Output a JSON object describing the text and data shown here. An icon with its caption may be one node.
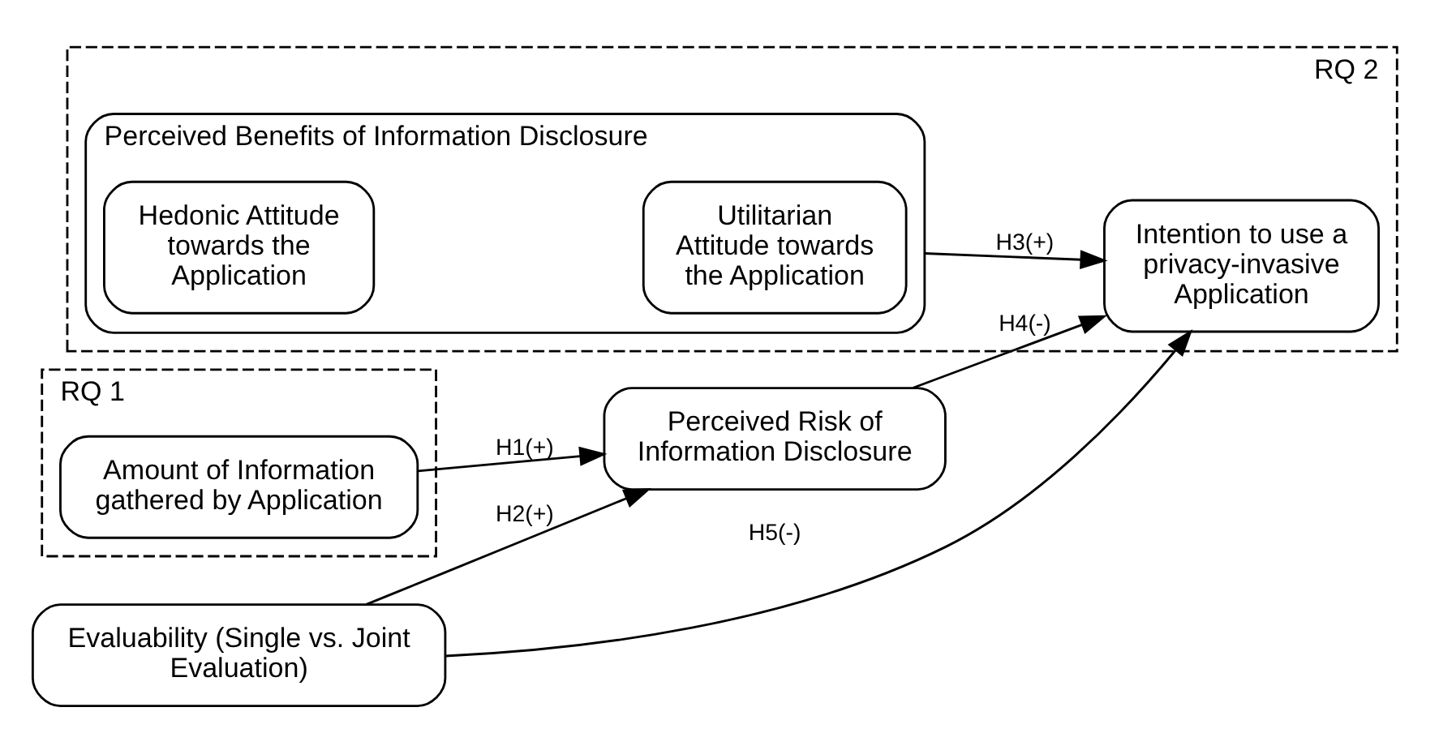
{
  "diagram": {
    "nodes": [
      {
        "text": [
          "RQ 1"
        ]
      },
      {
        "text": [
          "RQ 2"
        ]
      },
      {
        "text": [
          "Evaluability (Single vs. Joint Evaluation)"
        ]
      },
      {
        "text": [
          "Amount of Information gathered by Application"
        ],
        "in": 0
      },
      {
        "text": [
          "Perceived Risk of Information Disclosure"
        ]
      },
      {
        "text": [
          "Intention to use a privacy-invasive Application"
        ],
        "in": 1
      },
      {
        "text": [
          "Perceived Benefits of Information Disclosure"
        ],
        "in": 1
      },
      {
        "text": [
          "Utilitarian Attitude towards the Application"
        ],
        "in": 6
      },
      {
        "text": [
          "Hedonic Attitude towards the Application"
        ],
        "in": 6
      }
    ],
    "edges": [
      {
        "from": 3,
        "to": 4,
        "arrow": "to",
        "label": "H1(+)"
      },
      {
        "from": 2,
        "to": 4,
        "arrow": "to",
        "label": "H2(+)"
      },
      {
        "from": 6,
        "to": 5,
        "arrow": "to",
        "label": "H3(+)"
      },
      {
        "from": 4,
        "to": 5,
        "arrow": "to",
        "label": "H4(-)"
      },
      {
        "from": 2,
        "to": 5,
        "arrow": "to",
        "label": "H5(-)"
      }
    ]
  }
}
